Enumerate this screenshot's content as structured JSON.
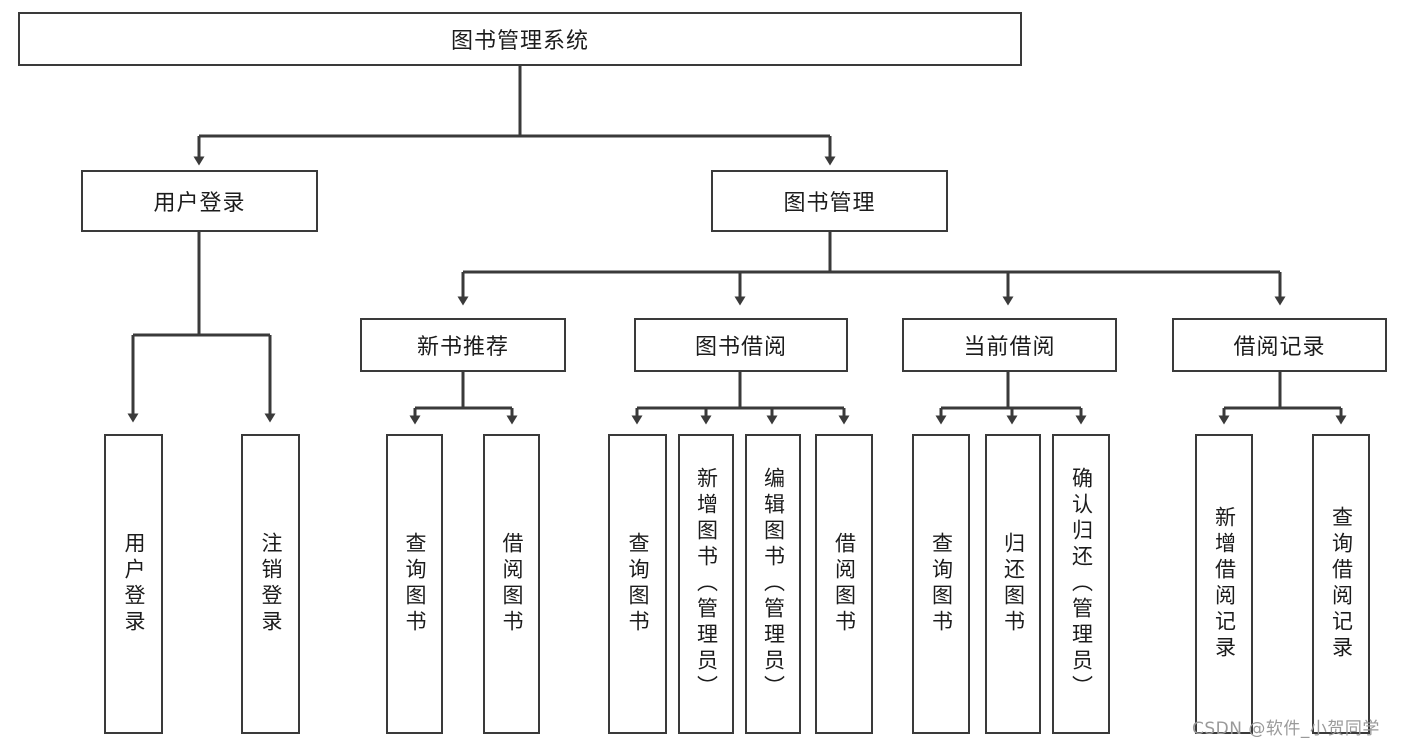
{
  "diagram": {
    "type": "hierarchical-tree",
    "title": "图书管理系统",
    "orientation": "top-down",
    "watermark": "CSDN @软件_小贺同学",
    "colors": {
      "box_border": "#3a3a3a",
      "box_fill": "#ffffff",
      "connector": "#3a3a3a",
      "text": "#1c1c1c",
      "watermark": "#9a9a9a",
      "background": "#ffffff"
    },
    "nodes": {
      "root": {
        "id": "root",
        "label": "图书管理系统",
        "level": 0,
        "text_orientation": "horizontal"
      },
      "l2_0": {
        "id": "l2_0",
        "label": "用户登录",
        "level": 1,
        "parent": "root",
        "text_orientation": "horizontal"
      },
      "l2_1": {
        "id": "l2_1",
        "label": "图书管理",
        "level": 1,
        "parent": "root",
        "text_orientation": "horizontal"
      },
      "l3_0": {
        "id": "l3_0",
        "label": "新书推荐",
        "level": 2,
        "parent": "l2_1",
        "text_orientation": "horizontal"
      },
      "l3_1": {
        "id": "l3_1",
        "label": "图书借阅",
        "level": 2,
        "parent": "l2_1",
        "text_orientation": "horizontal"
      },
      "l3_2": {
        "id": "l3_2",
        "label": "当前借阅",
        "level": 2,
        "parent": "l2_1",
        "text_orientation": "horizontal"
      },
      "l3_3": {
        "id": "l3_3",
        "label": "借阅记录",
        "level": 2,
        "parent": "l2_1",
        "text_orientation": "horizontal"
      },
      "leaf_0": {
        "id": "leaf_0",
        "label": "用户登录",
        "level": 3,
        "parent": "l2_0",
        "text_orientation": "vertical"
      },
      "leaf_1": {
        "id": "leaf_1",
        "label": "注销登录",
        "level": 3,
        "parent": "l2_0",
        "text_orientation": "vertical"
      },
      "leaf_2": {
        "id": "leaf_2",
        "label": "查询图书",
        "level": 3,
        "parent": "l3_0",
        "text_orientation": "vertical"
      },
      "leaf_3": {
        "id": "leaf_3",
        "label": "借阅图书",
        "level": 3,
        "parent": "l3_0",
        "text_orientation": "vertical"
      },
      "leaf_4": {
        "id": "leaf_4",
        "label": "查询图书",
        "level": 3,
        "parent": "l3_1",
        "text_orientation": "vertical"
      },
      "leaf_5": {
        "id": "leaf_5",
        "label": "新增图书（管理员）",
        "level": 3,
        "parent": "l3_1",
        "text_orientation": "vertical"
      },
      "leaf_6": {
        "id": "leaf_6",
        "label": "编辑图书（管理员）",
        "level": 3,
        "parent": "l3_1",
        "text_orientation": "vertical"
      },
      "leaf_7": {
        "id": "leaf_7",
        "label": "借阅图书",
        "level": 3,
        "parent": "l3_1",
        "text_orientation": "vertical"
      },
      "leaf_8": {
        "id": "leaf_8",
        "label": "查询图书",
        "level": 3,
        "parent": "l3_2",
        "text_orientation": "vertical"
      },
      "leaf_9": {
        "id": "leaf_9",
        "label": "归还图书",
        "level": 3,
        "parent": "l3_2",
        "text_orientation": "vertical"
      },
      "leaf_10": {
        "id": "leaf_10",
        "label": "确认归还（管理员）",
        "level": 3,
        "parent": "l3_2",
        "text_orientation": "vertical"
      },
      "leaf_11": {
        "id": "leaf_11",
        "label": "新增借阅记录",
        "level": 3,
        "parent": "l3_3",
        "text_orientation": "vertical"
      },
      "leaf_12": {
        "id": "leaf_12",
        "label": "查询借阅记录",
        "level": 3,
        "parent": "l3_3",
        "text_orientation": "vertical"
      }
    },
    "edges": [
      {
        "from": "root",
        "to": "l2_0"
      },
      {
        "from": "root",
        "to": "l2_1"
      },
      {
        "from": "l2_1",
        "to": "l3_0"
      },
      {
        "from": "l2_1",
        "to": "l3_1"
      },
      {
        "from": "l2_1",
        "to": "l3_2"
      },
      {
        "from": "l2_1",
        "to": "l3_3"
      },
      {
        "from": "l2_0",
        "to": "leaf_0"
      },
      {
        "from": "l2_0",
        "to": "leaf_1"
      },
      {
        "from": "l3_0",
        "to": "leaf_2"
      },
      {
        "from": "l3_0",
        "to": "leaf_3"
      },
      {
        "from": "l3_1",
        "to": "leaf_4"
      },
      {
        "from": "l3_1",
        "to": "leaf_5"
      },
      {
        "from": "l3_1",
        "to": "leaf_6"
      },
      {
        "from": "l3_1",
        "to": "leaf_7"
      },
      {
        "from": "l3_2",
        "to": "leaf_8"
      },
      {
        "from": "l3_2",
        "to": "leaf_9"
      },
      {
        "from": "l3_2",
        "to": "leaf_10"
      },
      {
        "from": "l3_3",
        "to": "leaf_11"
      },
      {
        "from": "l3_3",
        "to": "leaf_12"
      }
    ]
  }
}
